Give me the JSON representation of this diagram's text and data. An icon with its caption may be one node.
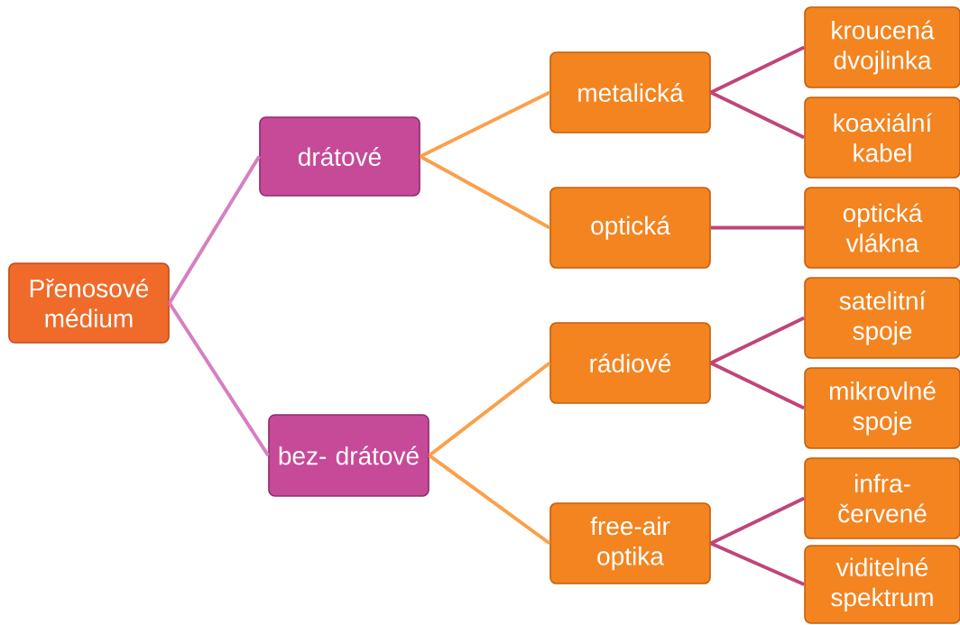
{
  "diagram": {
    "nodes": [
      {
        "text": [
          "Přenosové médium"
        ]
      },
      {
        "text": [
          "drátové"
        ]
      },
      {
        "text": [
          "bez- drátové"
        ]
      },
      {
        "text": [
          "metalická"
        ]
      },
      {
        "text": [
          "optická"
        ]
      },
      {
        "text": [
          "rádiové"
        ]
      },
      {
        "text": [
          "free-air optika"
        ]
      },
      {
        "text": [
          "kroucená dvojlinka"
        ]
      },
      {
        "text": [
          "koaxiální kabel"
        ]
      },
      {
        "text": [
          "optická vlákna"
        ]
      },
      {
        "text": [
          "satelitní spoje"
        ]
      },
      {
        "text": [
          "mikrovlné spoje"
        ]
      },
      {
        "text": [
          "infra- červené"
        ]
      },
      {
        "text": [
          "viditelné spektrum"
        ]
      }
    ],
    "edges": [
      {
        "from": 0,
        "to": 1,
        "arrow": "none",
        "color": "#d67fbf"
      },
      {
        "from": 0,
        "to": 2,
        "arrow": "none",
        "color": "#d67fbf"
      },
      {
        "from": 1,
        "to": 3,
        "arrow": "none",
        "color": "#fba04a"
      },
      {
        "from": 1,
        "to": 4,
        "arrow": "none",
        "color": "#fba04a"
      },
      {
        "from": 2,
        "to": 5,
        "arrow": "none",
        "color": "#fba04a"
      },
      {
        "from": 2,
        "to": 6,
        "arrow": "none",
        "color": "#fba04a"
      },
      {
        "from": 3,
        "to": 7,
        "arrow": "none"
      },
      {
        "from": 3,
        "to": 8,
        "arrow": "none"
      },
      {
        "from": 4,
        "to": 9,
        "arrow": "none"
      },
      {
        "from": 5,
        "to": 10,
        "arrow": "none"
      },
      {
        "from": 5,
        "to": 11,
        "arrow": "none"
      },
      {
        "from": 6,
        "to": 12,
        "arrow": "none"
      },
      {
        "from": 6,
        "to": 13,
        "arrow": "none"
      }
    ]
  }
}
